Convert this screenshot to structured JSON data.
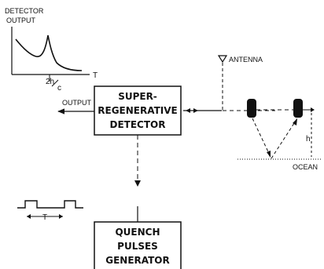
{
  "labels": {
    "detector_output": [
      "DETECTOR",
      "OUTPUT"
    ],
    "time_axis": "T",
    "delay_numerator": "2h",
    "delay_denominator": "c",
    "output": "OUTPUT",
    "antenna": "ANTENNA",
    "height": "h",
    "ocean": "OCEAN",
    "pulse_period": "T"
  },
  "blocks": {
    "detector": [
      "SUPER-",
      "REGENERATIVE",
      "DETECTOR"
    ],
    "quench": [
      "QUENCH",
      "PULSES",
      "GENERATOR"
    ]
  }
}
